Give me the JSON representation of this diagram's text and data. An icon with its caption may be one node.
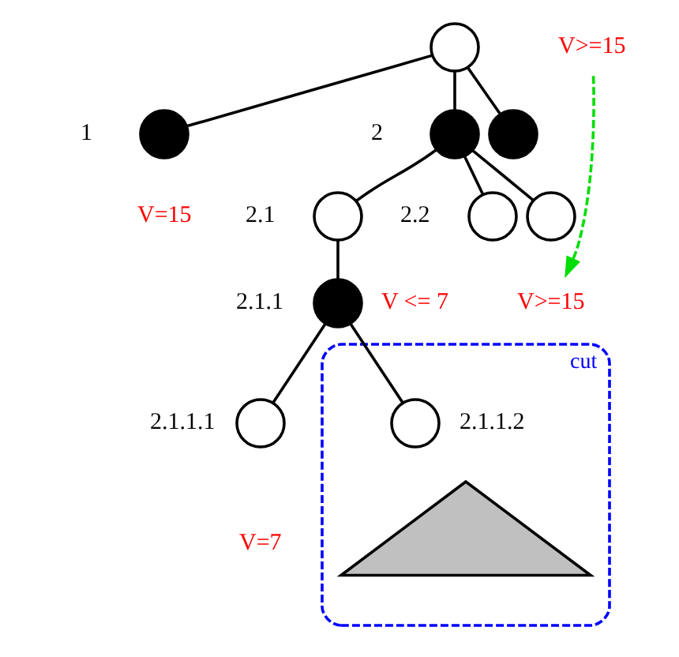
{
  "diagram": {
    "nodes": [
      {
        "text": [],
        "shape": "circle"
      },
      {
        "text": [
          "V>=15"
        ]
      },
      {
        "text": [],
        "shape": "circle",
        "beside": [
          "1",
          "V=15"
        ]
      },
      {
        "text": [],
        "shape": "circle",
        "beside": [
          "2"
        ]
      },
      {
        "text": [],
        "shape": "circle"
      },
      {
        "text": [],
        "shape": "circle",
        "beside": [
          "2.1"
        ]
      },
      {
        "text": [],
        "shape": "circle",
        "beside": [
          "2.2"
        ]
      },
      {
        "text": [],
        "shape": "circle"
      },
      {
        "text": [
          "V>=15"
        ]
      },
      {
        "text": [],
        "shape": "circle",
        "beside": [
          "2.1.1",
          "V <= 7"
        ]
      },
      {
        "text": [],
        "shape": "circle",
        "beside": [
          "2.1.1.1",
          "V=7"
        ]
      },
      {
        "text": [
          "cut"
        ]
      },
      {
        "text": [],
        "shape": "circle",
        "beside": [
          "2.1.1.2"
        ],
        "in": 11
      },
      {
        "text": [],
        "shape": "triangle",
        "in": 11
      }
    ],
    "edges": [
      {
        "from": 0,
        "to": 2,
        "arrow": "none"
      },
      {
        "from": 0,
        "to": 3,
        "arrow": "none"
      },
      {
        "from": 0,
        "to": 4,
        "arrow": "none"
      },
      {
        "from": 1,
        "to": 8,
        "arrow": "to",
        "style": "dashed",
        "color": "#00dd00"
      },
      {
        "from": 3,
        "to": 5,
        "arrow": "none"
      },
      {
        "from": 3,
        "to": 6,
        "arrow": "none"
      },
      {
        "from": 3,
        "to": 7,
        "arrow": "none"
      },
      {
        "from": 5,
        "to": 9,
        "arrow": "none"
      },
      {
        "from": 9,
        "to": 10,
        "arrow": "none"
      },
      {
        "from": 9,
        "to": 12,
        "arrow": "none"
      }
    ]
  }
}
